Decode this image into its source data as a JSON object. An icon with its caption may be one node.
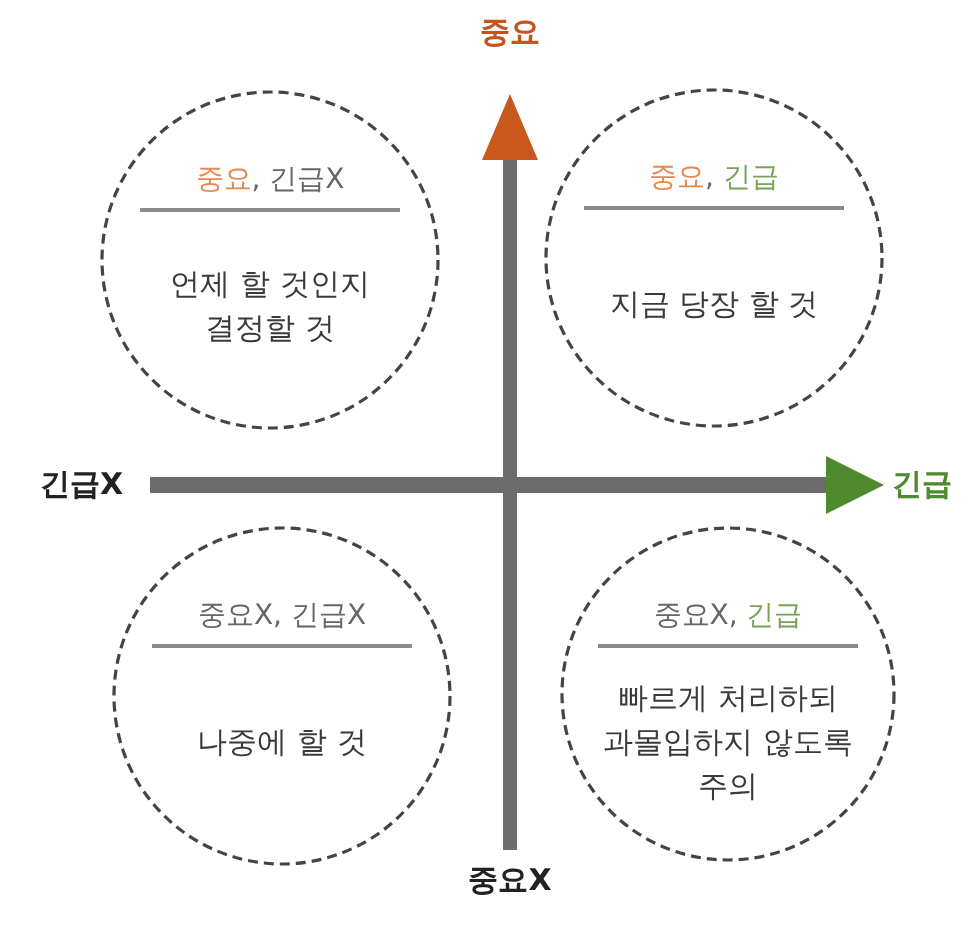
{
  "diagram": {
    "nodes": [
      {
        "text": [
          "중요, 긴급X",
          "언제 할 것인지 결정할 것"
        ]
      },
      {
        "text": [
          "중요, 긴급",
          "지금 당장 할 것"
        ]
      },
      {
        "text": [
          "중요X, 긴급X",
          "나중에 할 것"
        ]
      },
      {
        "text": [
          "중요X, 긴급",
          "빠르게 처리하되 과몰입하지 않도록 주의"
        ]
      }
    ],
    "labels": [
      "중요",
      "긴급X",
      "긴급",
      "중요X"
    ]
  }
}
